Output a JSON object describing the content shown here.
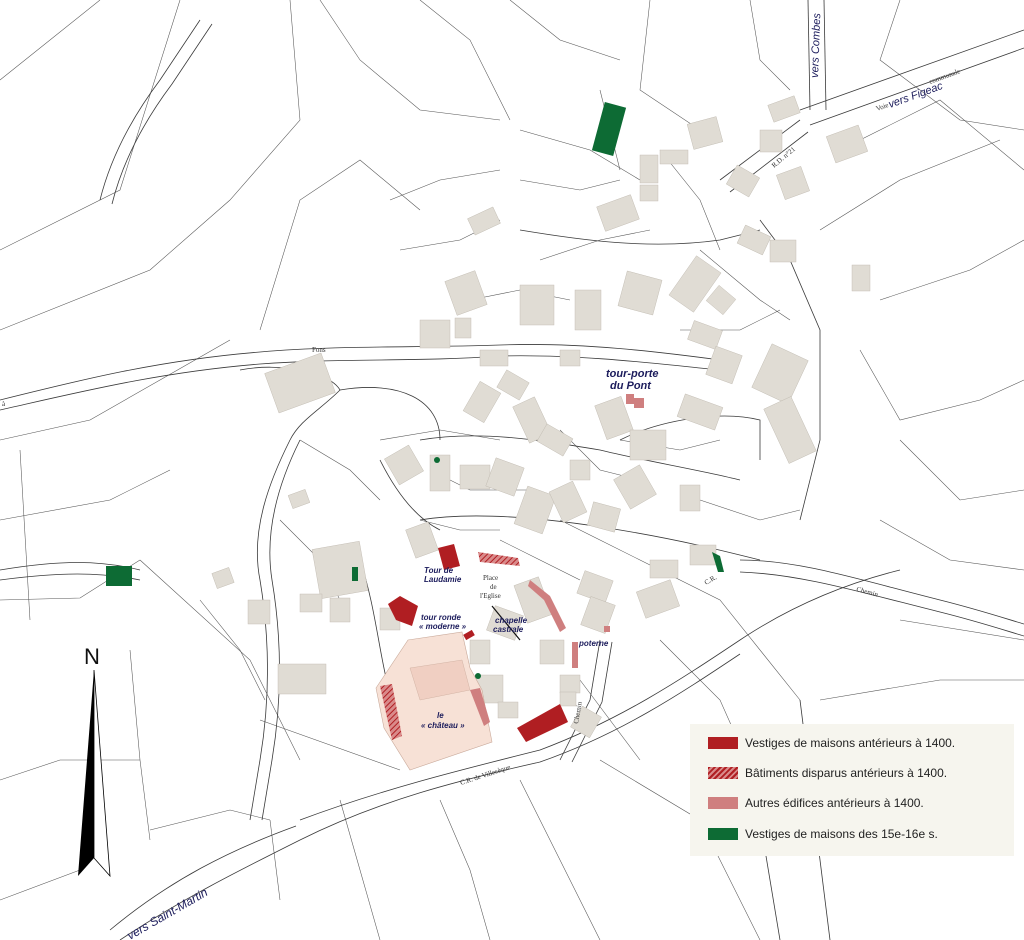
{
  "colors": {
    "pre1400_house": "#b01e22",
    "pre1400_lost": "#c24a4a",
    "pre1400_other": "#cf7f7f",
    "c15_16_house": "#0d6b34",
    "building": "#e0dcd4",
    "chateau": "#f7e1d6"
  },
  "labels": {
    "tour_porte": "tour-porte",
    "du_pont": "du Pont",
    "tour_de": "Tour de",
    "laudamie": "Laudamie",
    "place": "Place",
    "de": "de",
    "leglise": "l'Eglise",
    "tour_ronde": "tour ronde",
    "moderne": "« moderne »",
    "chapelle": "chapelle",
    "castrale": "castrale",
    "poterne": "poterne",
    "le": "le",
    "chateau": "« château »"
  },
  "roads": {
    "vers_combes": "vers Combes",
    "vers_figeac": "vers Figeac",
    "voie": "Voie",
    "communale": "communale",
    "rd21": "R.D. n°21",
    "fons": "Fons",
    "a": "à",
    "chemin": "Chemin",
    "cr": "C.R.",
    "cr_villeseque": "C.R.   de   Villesèque",
    "chemin_vertical": "Chemin",
    "vers_saint_martin": "vers Saint-Martin"
  },
  "legend": {
    "items": [
      {
        "label": "Vestiges de maisons antérieurs à 1400.",
        "color": "#b01e22",
        "style": "solid"
      },
      {
        "label": "Bâtiments disparus antérieurs à 1400.",
        "color": "#c24a4a",
        "style": "hatched"
      },
      {
        "label": "Autres édifices antérieurs à 1400.",
        "color": "#cf7f7f",
        "style": "solid"
      },
      {
        "label": "Vestiges de maisons des 15e-16e s.",
        "color": "#0d6b34",
        "style": "solid"
      }
    ]
  },
  "north": {
    "label": "N"
  }
}
